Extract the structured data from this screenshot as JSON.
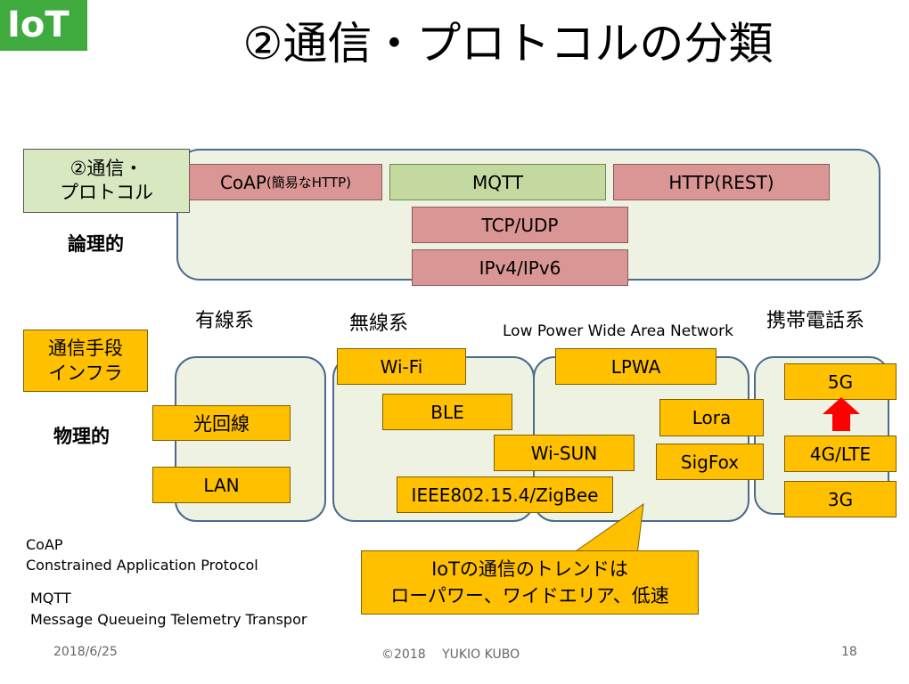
{
  "badge": "IoT",
  "title": "②通信・プロトコルの分類",
  "logical": {
    "label_line1": "②通信・",
    "label_line2": "プロトコル",
    "sub_label": "論理的",
    "coap": "CoAP",
    "coap_note": "(簡易なHTTP)",
    "mqtt": "MQTT",
    "http": "HTTP(REST)",
    "tcp": "TCP/UDP",
    "ip": "IPv4/IPv6"
  },
  "physical": {
    "label_line1": "通信手段",
    "label_line2": "インフラ",
    "sub_label": "物理的",
    "wired": {
      "heading": "有線系",
      "items": [
        "光回線",
        "LAN"
      ]
    },
    "wireless": {
      "heading": "無線系",
      "items": [
        "Wi-Fi",
        "BLE",
        "Wi-SUN",
        "IEEE802.15.4/ZigBee"
      ]
    },
    "lpwa": {
      "heading": "Low Power Wide Area Network",
      "items": [
        "LPWA",
        "Lora",
        "SigFox"
      ]
    },
    "mobile": {
      "heading": "携帯電話系",
      "items": [
        "5G",
        "4G/LTE",
        "3G"
      ]
    }
  },
  "callout": {
    "line1": "IoTの通信のトレンドは",
    "line2": "ローパワー、ワイドエリア、低速"
  },
  "notes": {
    "coap_title": "CoAP",
    "coap_full": "Constrained Application Protocol",
    "mqtt_title": "MQTT",
    "mqtt_full": "Message Queueing Telemetry Transpor"
  },
  "footer": {
    "date": "2018/6/25",
    "copyright": "©2018　 YUKIO KUBO",
    "page": "18"
  },
  "colors": {
    "pink": "#d99694",
    "green": "#c4d9a0",
    "orange": "#ffc000",
    "arrow": "#ff0000",
    "group_border": "#4a6a8e"
  }
}
